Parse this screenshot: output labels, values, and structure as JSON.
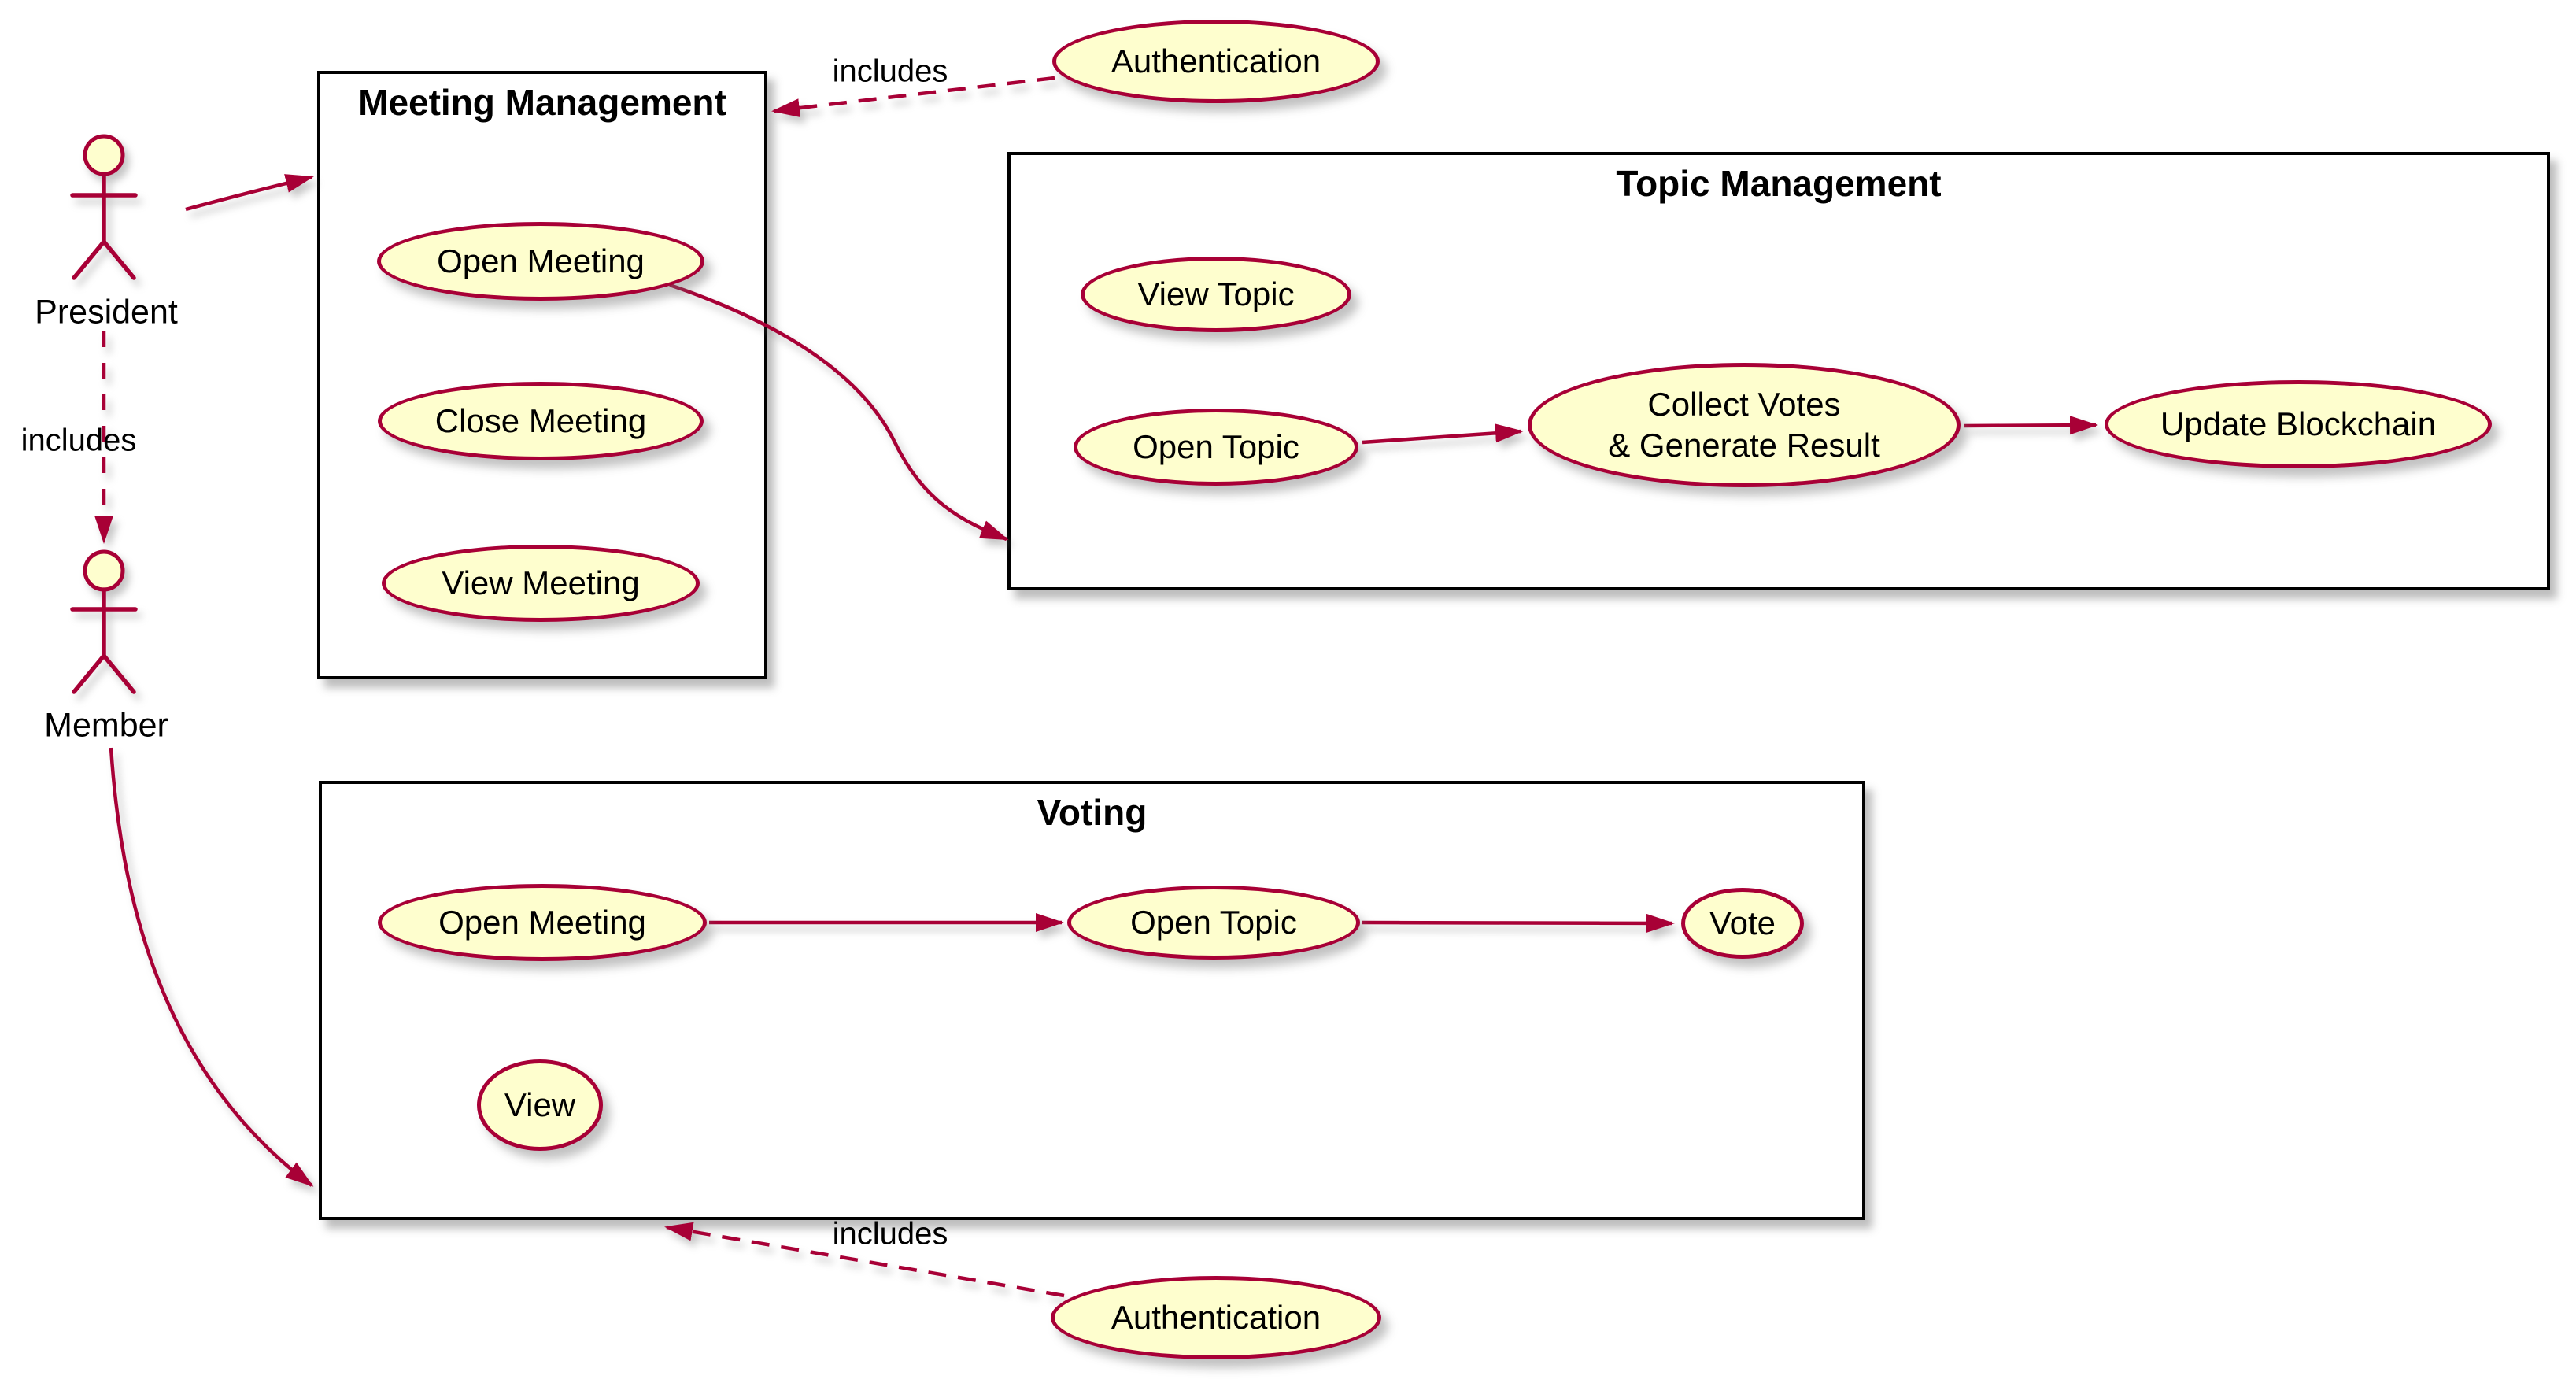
{
  "colors": {
    "accent": "#A80036",
    "usecase_fill": "#FEFECE",
    "box_border": "#000000",
    "text": "#000000"
  },
  "actors": [
    {
      "label": "President"
    },
    {
      "label": "Member"
    }
  ],
  "packages": [
    {
      "title": "Meeting Management",
      "usecases": [
        {
          "label": "Open Meeting"
        },
        {
          "label": "Close Meeting"
        },
        {
          "label": "View Meeting"
        }
      ]
    },
    {
      "title": "Topic Management",
      "usecases": [
        {
          "label": "View Topic"
        },
        {
          "label": "Open Topic"
        },
        {
          "label": "Collect Votes",
          "label2": "& Generate Result"
        },
        {
          "label": "Update Blockchain"
        }
      ]
    },
    {
      "title": "Voting",
      "usecases": [
        {
          "label": "Open Meeting"
        },
        {
          "label": "Open Topic"
        },
        {
          "label": "Vote"
        },
        {
          "label": "View"
        }
      ]
    }
  ],
  "external_usecases": [
    {
      "label": "Authentication"
    },
    {
      "label": "Authentication"
    }
  ],
  "edges": {
    "president_to_member": {
      "label": "includes"
    },
    "auth_to_meeting_management": {
      "label": "includes"
    },
    "auth_to_voting": {
      "label": "includes"
    }
  }
}
